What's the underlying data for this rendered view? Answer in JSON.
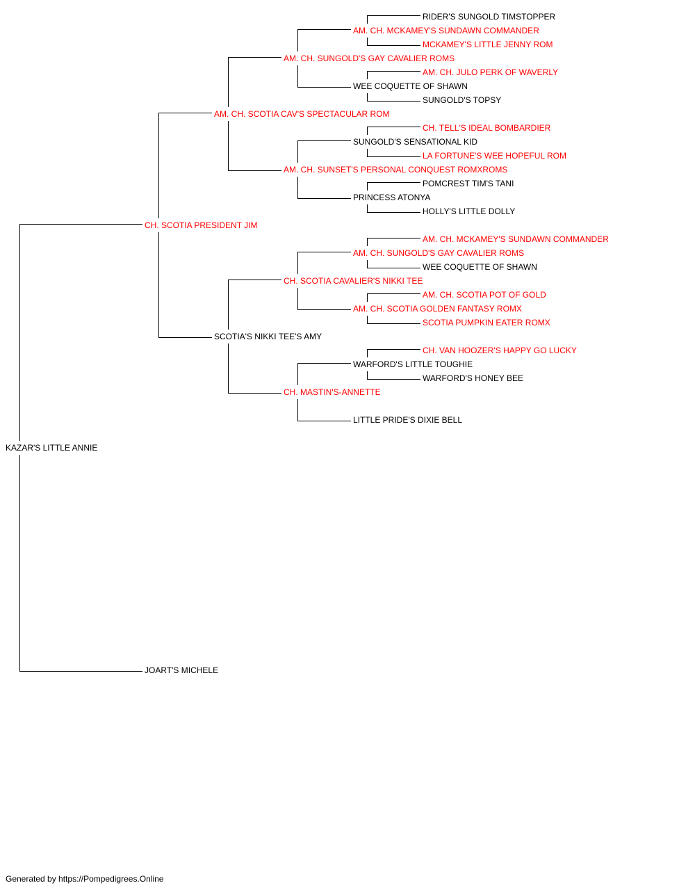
{
  "colors": {
    "titled": "#ff0000",
    "plain": "#000000",
    "connector": "#000000"
  },
  "pedigree": {
    "subject": "KAZAR'S LITTLE ANNIE",
    "sire": "CH. SCOTIA PRESIDENT JIM",
    "dam": "JOART'S MICHELE",
    "sire_sire": "AM. CH. SCOTIA CAV'S SPECTACULAR ROM",
    "sire_dam": "SCOTIA'S NIKKI TEE'S AMY",
    "sire_sire_sire": "AM. CH. SUNGOLD'S GAY CAVALIER ROMS",
    "sire_sire_dam": "AM. CH. SUNSET'S PERSONAL CONQUEST ROMXROMS",
    "sire_dam_sire": "CH. SCOTIA CAVALIER'S NIKKI TEE",
    "sire_dam_dam": "CH. MASTIN'S-ANNETTE",
    "g4_1": "AM. CH. MCKAMEY'S SUNDAWN COMMANDER",
    "g4_2": "WEE COQUETTE OF SHAWN",
    "g4_3": "SUNGOLD'S SENSATIONAL KID",
    "g4_4": "PRINCESS ATONYA",
    "g4_5": "AM. CH. SUNGOLD'S GAY CAVALIER ROMS",
    "g4_6": "AM. CH. SCOTIA GOLDEN FANTASY ROMX",
    "g4_7": "WARFORD'S LITTLE TOUGHIE",
    "g4_8": "LITTLE PRIDE'S DIXIE BELL",
    "g5_1": "RIDER'S SUNGOLD TIMSTOPPER",
    "g5_2": "MCKAMEY'S LITTLE JENNY ROM",
    "g5_3": "AM. CH. JULO PERK OF WAVERLY",
    "g5_4": "SUNGOLD'S TOPSY",
    "g5_5": "CH. TELL'S IDEAL BOMBARDIER",
    "g5_6": "LA FORTUNE'S WEE HOPEFUL ROM",
    "g5_7": "POMCREST TIM'S TANI",
    "g5_8": "HOLLY'S LITTLE DOLLY",
    "g5_9": "AM. CH. MCKAMEY'S SUNDAWN COMMANDER",
    "g5_10": "WEE COQUETTE OF SHAWN",
    "g5_11": "AM. CH. SCOTIA POT OF GOLD",
    "g5_12": "SCOTIA PUMPKIN EATER ROMX",
    "g5_13": "CH. VAN HOOZER'S HAPPY GO LUCKY",
    "g5_14": "WARFORD'S HONEY BEE"
  },
  "footer": "Generated by https://Pompedigrees.Online"
}
